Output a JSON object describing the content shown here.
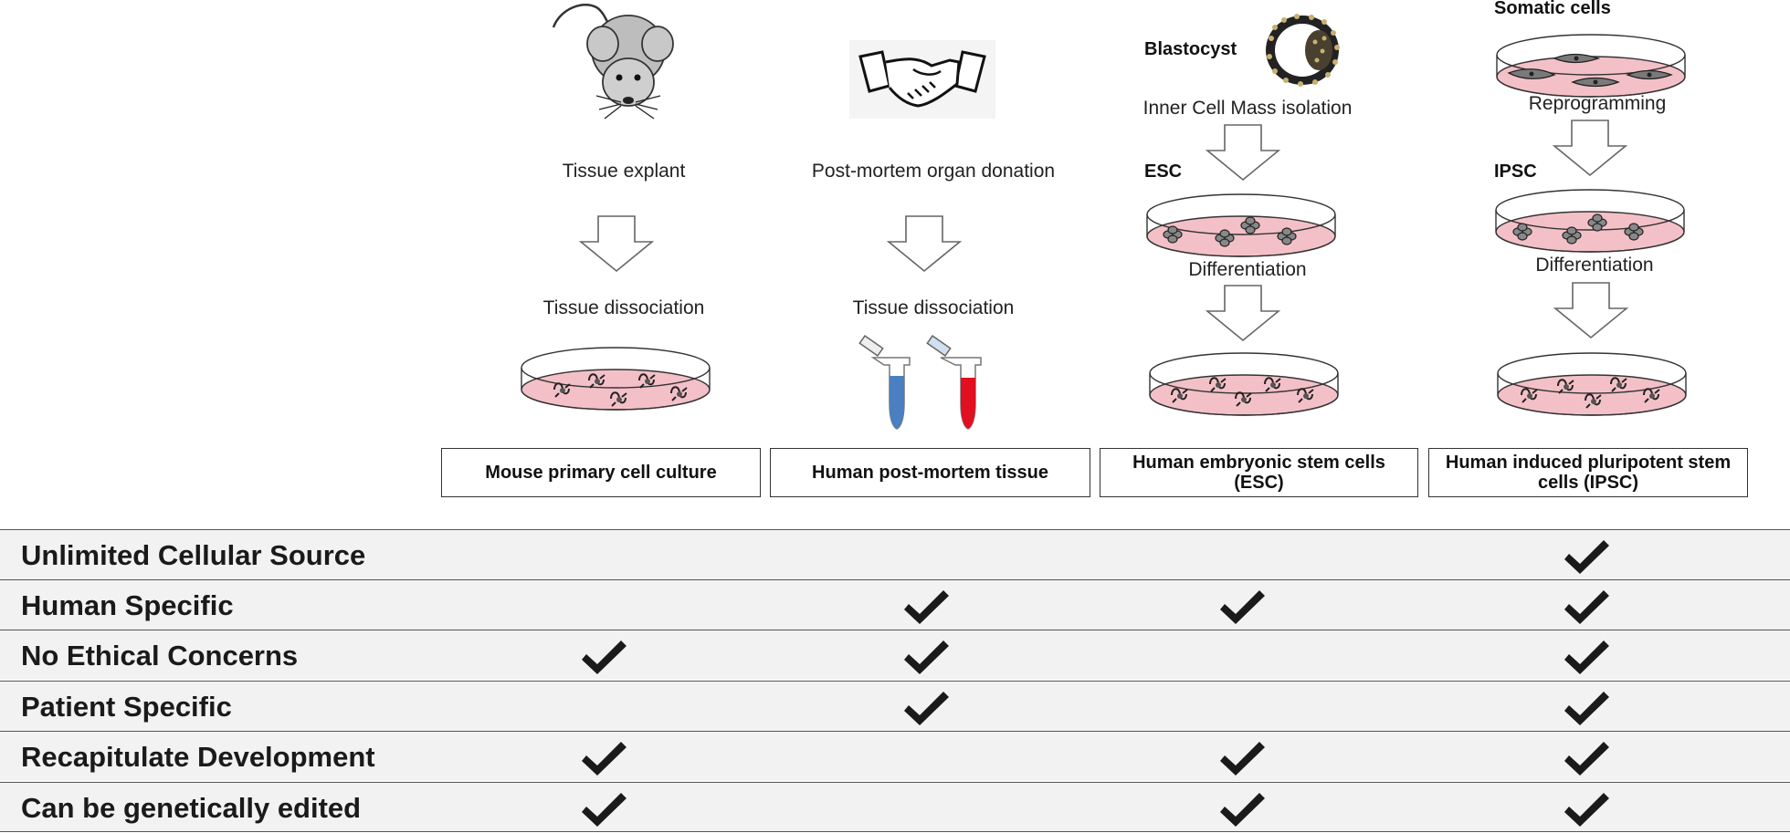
{
  "colors": {
    "dish_media": "#f4c0c8",
    "check": "#1a1a1a",
    "row_bg": "#f2f2f2",
    "blue_tube": "#4a7fc1",
    "red_tube": "#e01020"
  },
  "icons": [
    "mouse-icon",
    "handshake-icon",
    "blastocyst-icon",
    "petri-dish-icon",
    "down-arrow-icon",
    "test-tube-icon",
    "checkmark-icon"
  ],
  "columns": [
    {
      "steps": [
        "Tissue explant",
        "Tissue dissociation"
      ],
      "title": "Mouse primary cell culture"
    },
    {
      "steps": [
        "Post-mortem organ donation",
        "Tissue dissociation"
      ],
      "title": "Human post-mortem tissue"
    },
    {
      "labels": {
        "source": "Blastocyst",
        "stage": "ESC"
      },
      "steps": [
        "Inner Cell Mass isolation",
        "Differentiation"
      ],
      "title": "Human embryonic stem cells (ESC)"
    },
    {
      "labels": {
        "source": "Somatic cells",
        "stage": "IPSC"
      },
      "steps": [
        "Reprogramming",
        "Differentiation"
      ],
      "title": "Human induced pluripotent stem cells (IPSC)"
    }
  ],
  "table": {
    "rows": [
      {
        "label": "Unlimited Cellular Source",
        "checks": [
          false,
          false,
          false,
          true
        ]
      },
      {
        "label": "Human Specific",
        "checks": [
          false,
          true,
          true,
          true
        ]
      },
      {
        "label": "No Ethical Concerns",
        "checks": [
          true,
          true,
          false,
          true
        ]
      },
      {
        "label": "Patient Specific",
        "checks": [
          false,
          true,
          false,
          true
        ]
      },
      {
        "label": "Recapitulate Development",
        "checks": [
          true,
          false,
          true,
          true
        ]
      },
      {
        "label": "Can be genetically edited",
        "checks": [
          true,
          false,
          true,
          true
        ]
      }
    ]
  }
}
